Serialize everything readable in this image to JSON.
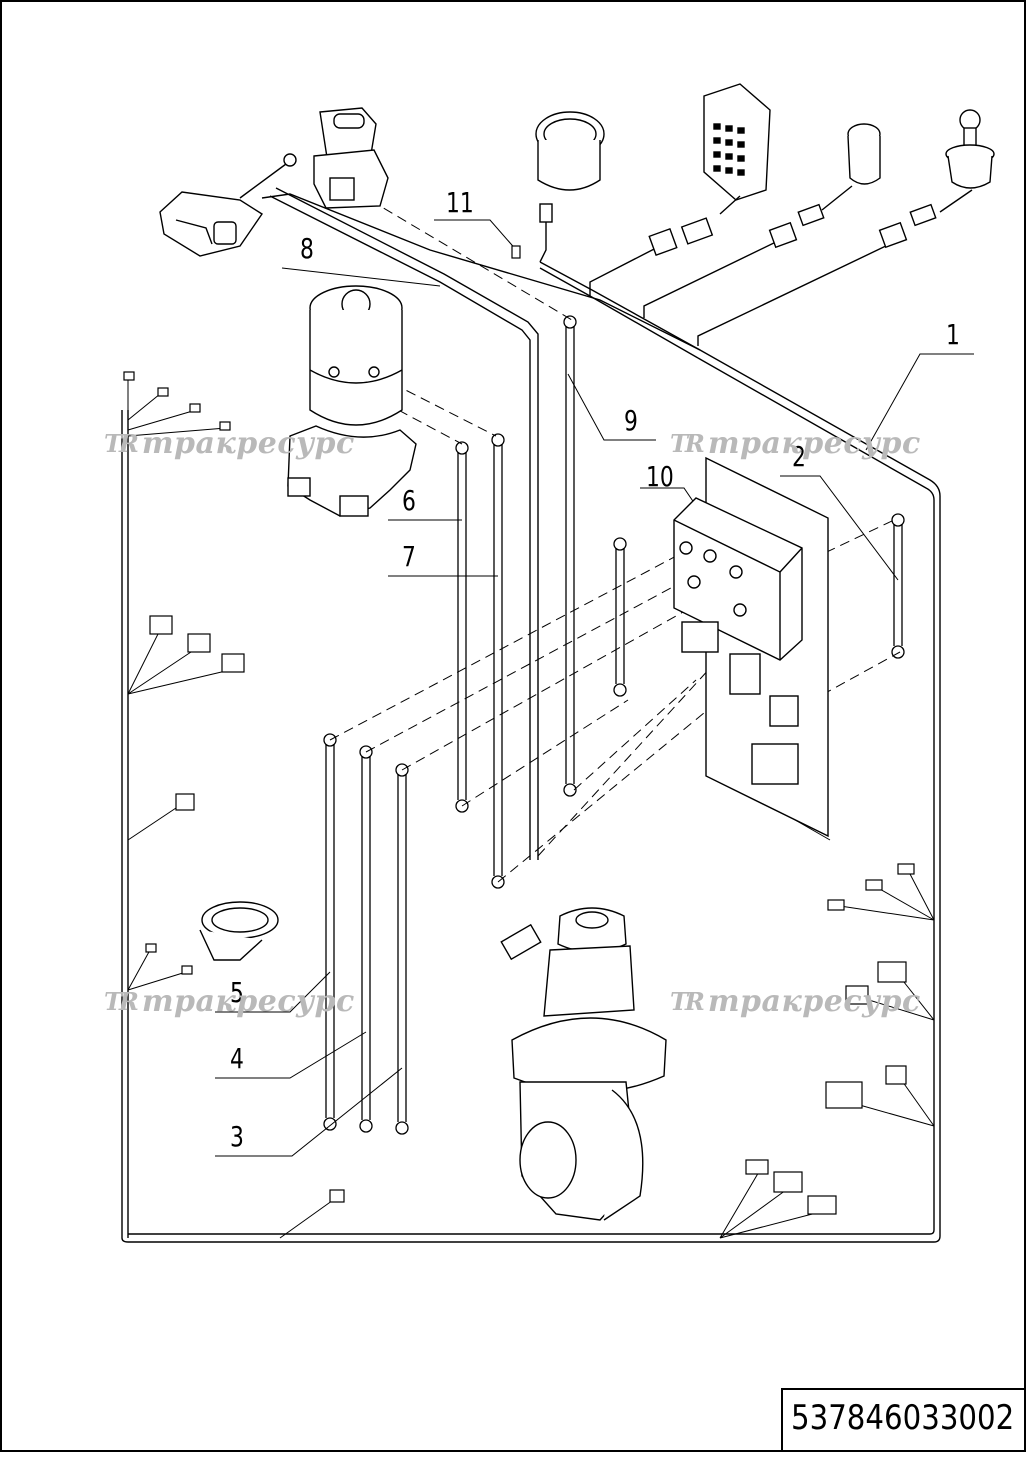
{
  "callouts": [
    {
      "id": "1",
      "label": "1"
    },
    {
      "id": "2",
      "label": "2"
    },
    {
      "id": "3",
      "label": "3"
    },
    {
      "id": "4",
      "label": "4"
    },
    {
      "id": "5",
      "label": "5"
    },
    {
      "id": "6",
      "label": "6"
    },
    {
      "id": "7",
      "label": "7"
    },
    {
      "id": "8",
      "label": "8"
    },
    {
      "id": "9",
      "label": "9"
    },
    {
      "id": "10",
      "label": "10"
    },
    {
      "id": "11",
      "label": "11"
    }
  ],
  "watermark": {
    "logo": "TR",
    "text": "тракресурс"
  },
  "document_number": "537846033002",
  "colors": {
    "line": "#000000",
    "watermark": "#b9b9b9",
    "background": "#ffffff"
  }
}
